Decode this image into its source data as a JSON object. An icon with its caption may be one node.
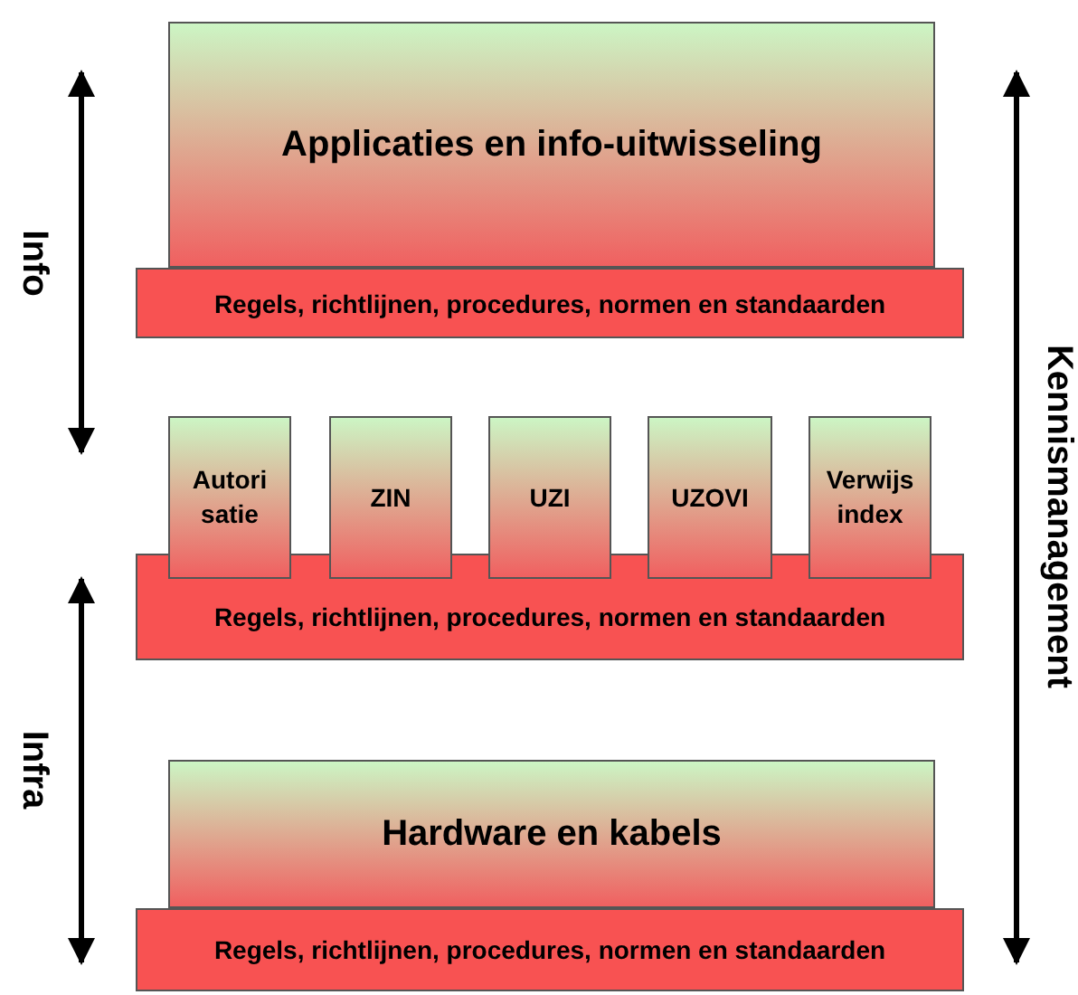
{
  "diagram": {
    "nodes": [
      {
        "text": [
          "Applicaties en info-uitwisseling"
        ]
      },
      {
        "text": [
          "Regels, richtlijnen, procedures, normen en standaarden"
        ]
      },
      {
        "text": [
          "Autori satie"
        ]
      },
      {
        "text": [
          "ZIN"
        ]
      },
      {
        "text": [
          "UZI"
        ]
      },
      {
        "text": [
          "UZOVI"
        ]
      },
      {
        "text": [
          "Verwijs index"
        ]
      },
      {
        "text": [
          "Regels, richtlijnen, procedures, normen en standaarden"
        ]
      },
      {
        "text": [
          "Hardware en kabels"
        ]
      },
      {
        "text": [
          "Regels, richtlijnen, procedures, normen en standaarden"
        ]
      }
    ],
    "edges": [],
    "labels": [
      "Info",
      "Infra",
      "Kennismanagement"
    ]
  }
}
